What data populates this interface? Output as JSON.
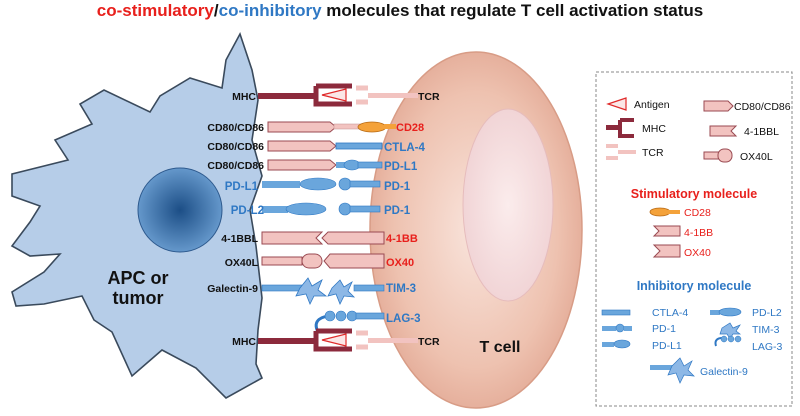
{
  "title": {
    "part1": "co-stimulatory",
    "sep": "/",
    "part2": "co-inhibitory",
    "part3": " molecules that regulate T cell activation status"
  },
  "cells": {
    "apc": [
      "APC or",
      "tumor"
    ],
    "tcell": "T cell"
  },
  "rows": [
    {
      "left": "MHC",
      "right": "TCR",
      "left_color": "#111111",
      "right_color": "#111111"
    },
    {
      "left": "CD80/CD86",
      "right": "CD28",
      "left_color": "#111111",
      "right_color": "#e8201c"
    },
    {
      "left": "CD80/CD86",
      "right": "CTLA-4",
      "left_color": "#111111",
      "right_color": "#2f78c4"
    },
    {
      "left": "CD80/CD86",
      "right": "PD-L1",
      "left_color": "#111111",
      "right_color": "#2f78c4"
    },
    {
      "left": "PD-L1",
      "right": "PD-1",
      "left_color": "#2f78c4",
      "right_color": "#2f78c4"
    },
    {
      "left": "PD-L2",
      "right": "PD-1",
      "left_color": "#2f78c4",
      "right_color": "#2f78c4"
    },
    {
      "left": "4-1BBL",
      "right": "4-1BB",
      "left_color": "#111111",
      "right_color": "#e8201c"
    },
    {
      "left": "OX40L",
      "right": "OX40",
      "left_color": "#111111",
      "right_color": "#e8201c"
    },
    {
      "left": "Galectin-9",
      "right": "TIM-3",
      "left_color": "#111111",
      "right_color": "#2f78c4"
    },
    {
      "left": "",
      "right": "LAG-3",
      "left_color": "#111111",
      "right_color": "#2f78c4"
    },
    {
      "left": "MHC",
      "right": "TCR",
      "left_color": "#111111",
      "right_color": "#111111"
    }
  ],
  "legend": {
    "general": [
      "Antigen",
      "MHC",
      "TCR",
      "CD80/CD86",
      "4-1BBL",
      "OX40L"
    ],
    "stimulatory_title": "Stimulatory molecule",
    "stimulatory": [
      "CD28",
      "4-1BB",
      "OX40"
    ],
    "inhibitory_title": "Inhibitory molecule",
    "inhibitory": [
      "CTLA-4",
      "PD-1",
      "PD-L1",
      "PD-L2",
      "TIM-3",
      "LAG-3",
      "Galectin-9"
    ]
  },
  "colors": {
    "stim_red": "#e8201c",
    "inhib_blue": "#2f78c4",
    "mhc_maroon": "#8c2a3c",
    "pink_molecule": "#f2c3c0",
    "blue_molecule": "#6aa6dc",
    "cd28_orange": "#f4a23a"
  }
}
